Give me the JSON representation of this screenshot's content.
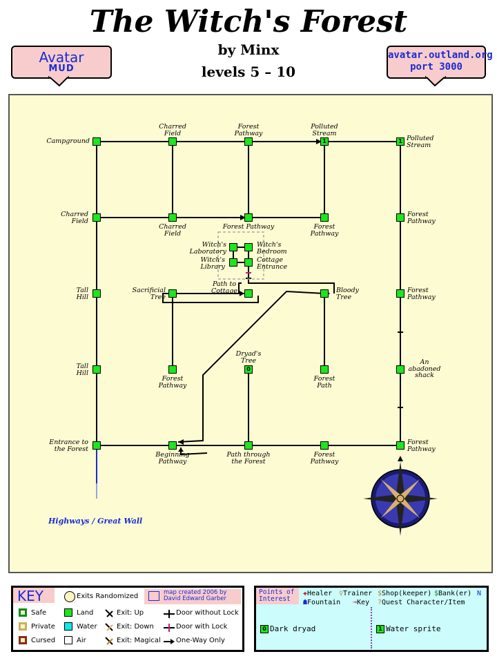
{
  "header": {
    "title": "The Witch's Forest",
    "author": "by Minx",
    "levels": "levels 5 – 10",
    "left_badge": {
      "line1": "Avatar",
      "line2": "MUD"
    },
    "right_badge": {
      "line1": "avatar.outland.org",
      "line2": "port 3000"
    }
  },
  "rooms": {
    "campground": "Campground",
    "charred_field_top": "Charred\nField",
    "forest_pathway_top": "Forest\nPathway",
    "polluted_stream_1": "Polluted\nStream",
    "polluted_stream_2": "Polluted\nStream",
    "charred_field_left": "Charred\nField",
    "charred_field_mid": "Charred\nField",
    "forest_pathway_mid": "Forest Pathway",
    "forest_pathway_c4": "Forest\nPathway",
    "forest_pathway_right1": "Forest\nPathway",
    "witchs_laboratory": "Witch's\nLaboratory",
    "witchs_bedroom": "Witch's\nBedroom",
    "witchs_library": "Witch's\nLibrary",
    "cottage_entrance": "Cottage\nEntrance",
    "tall_hill_1": "Tall\nHill",
    "sacrificial_tree": "Sacrificial\nTree",
    "path_to_cottage": "Path to\nCottage",
    "bloody_tree": "Bloody\nTree",
    "forest_pathway_right2": "Forest\nPathway",
    "tall_hill_2": "Tall\nHill",
    "forest_pathway_c2": "Forest\nPathway",
    "dryads_tree": "Dryad's\nTree",
    "forest_path": "Forest\nPath",
    "abandoned_shack": "An\nabadoned\nshack",
    "entrance": "Entrance to\nthe Forest",
    "beginning_pathway": "Beginning\nPathway",
    "path_through": "Path through\nthe Forest",
    "forest_pathway_bottom": "Forest\nPathway",
    "forest_pathway_right3": "Forest\nPathway"
  },
  "room_numbers": {
    "stream_1": "1",
    "stream_2": "1",
    "dryad": "0"
  },
  "highways_label": "Highways / Great Wall",
  "key": {
    "title": "KEY",
    "exits_randomized": "Exits Randomized",
    "credit": "map created 2006 by\nDavid Edward Garber",
    "safe": "Safe",
    "private": "Private",
    "cursed": "Cursed",
    "land": "Land",
    "water": "Water",
    "air": "Air",
    "exit_up": "Exit: Up",
    "exit_down": "Exit: Down",
    "exit_magical": "Exit: Magical",
    "door_no_lock": "Door without Lock",
    "door_lock": "Door with Lock",
    "one_way": "One-Way Only"
  },
  "poi": {
    "title": "Points of\nInterest",
    "healer": "Healer",
    "trainer": "Trainer",
    "shop": "Shop(keeper)",
    "bank": "Bank(er)",
    "fountain": "Fountain",
    "key": "Key",
    "quest": "Quest Character/Item",
    "entry_0": {
      "num": "0",
      "name": "Dark dryad"
    },
    "entry_1": {
      "num": "1",
      "name": "Water sprite"
    }
  },
  "colors": {
    "land": "#1ee61e",
    "water": "#10e8f0",
    "parchment": "#fdfbd2",
    "badge": "#f8cccc",
    "blue_text": "#1a2bd6"
  }
}
